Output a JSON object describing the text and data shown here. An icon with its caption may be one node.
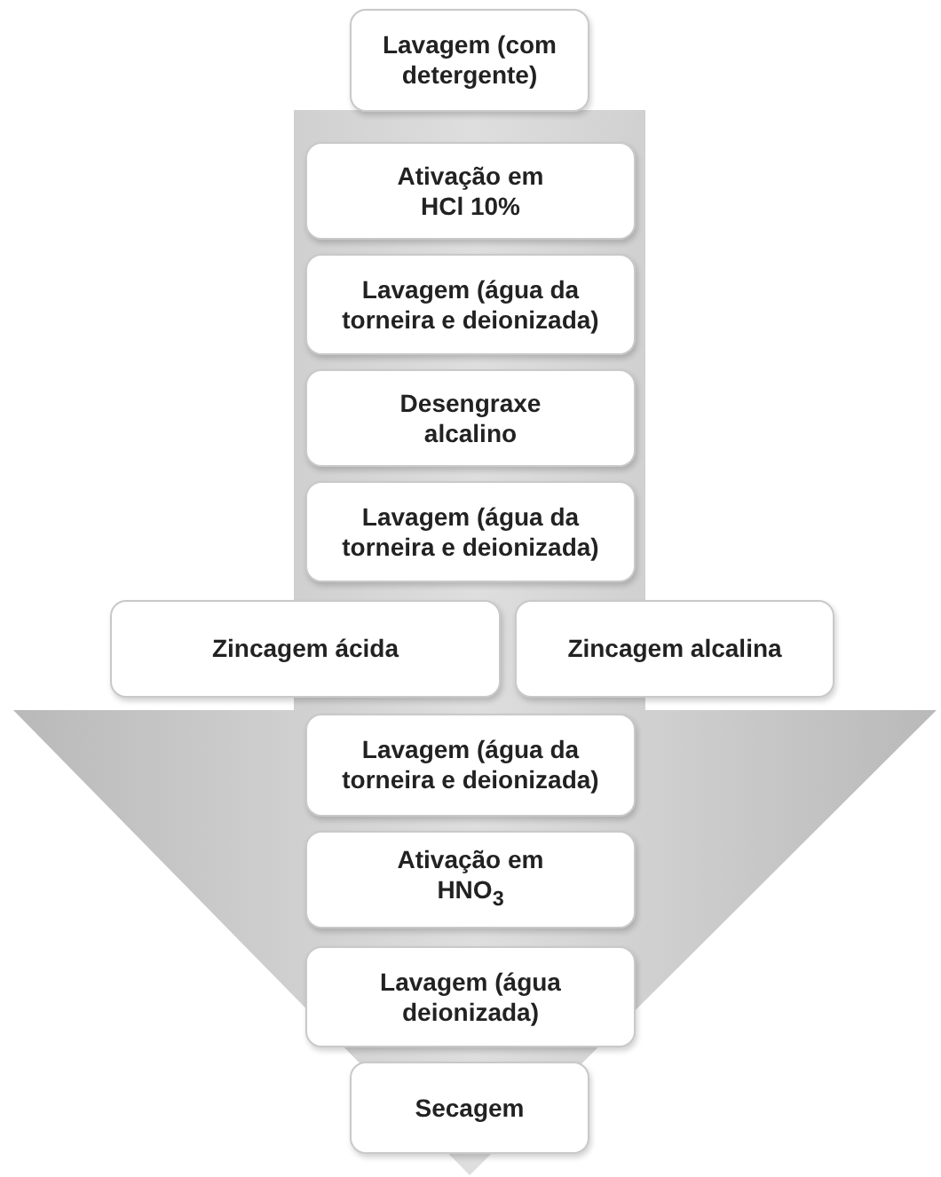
{
  "diagram": {
    "nodes": [
      {
        "text": [
          "Lavagem (com detergente)"
        ]
      },
      {
        "text": [
          "Ativação em HCl 10%"
        ]
      },
      {
        "text": [
          "Lavagem (água da torneira e deionizada)"
        ]
      },
      {
        "text": [
          "Desengraxe alcalino"
        ]
      },
      {
        "text": [
          "Lavagem (água da torneira e deionizada)"
        ]
      },
      {
        "text": [
          "Zincagem ácida"
        ]
      },
      {
        "text": [
          "Zincagem alcalina"
        ]
      },
      {
        "text": [
          "Lavagem (água da torneira e deionizada)"
        ]
      },
      {
        "text": [
          "Ativação em HNO$_{3}$"
        ]
      },
      {
        "text": [
          "Lavagem (água deionizada)"
        ]
      },
      {
        "text": [
          "Secagem"
        ]
      }
    ],
    "edges": [
      {
        "from": 0,
        "to": 10,
        "arrow": "to"
      }
    ]
  }
}
